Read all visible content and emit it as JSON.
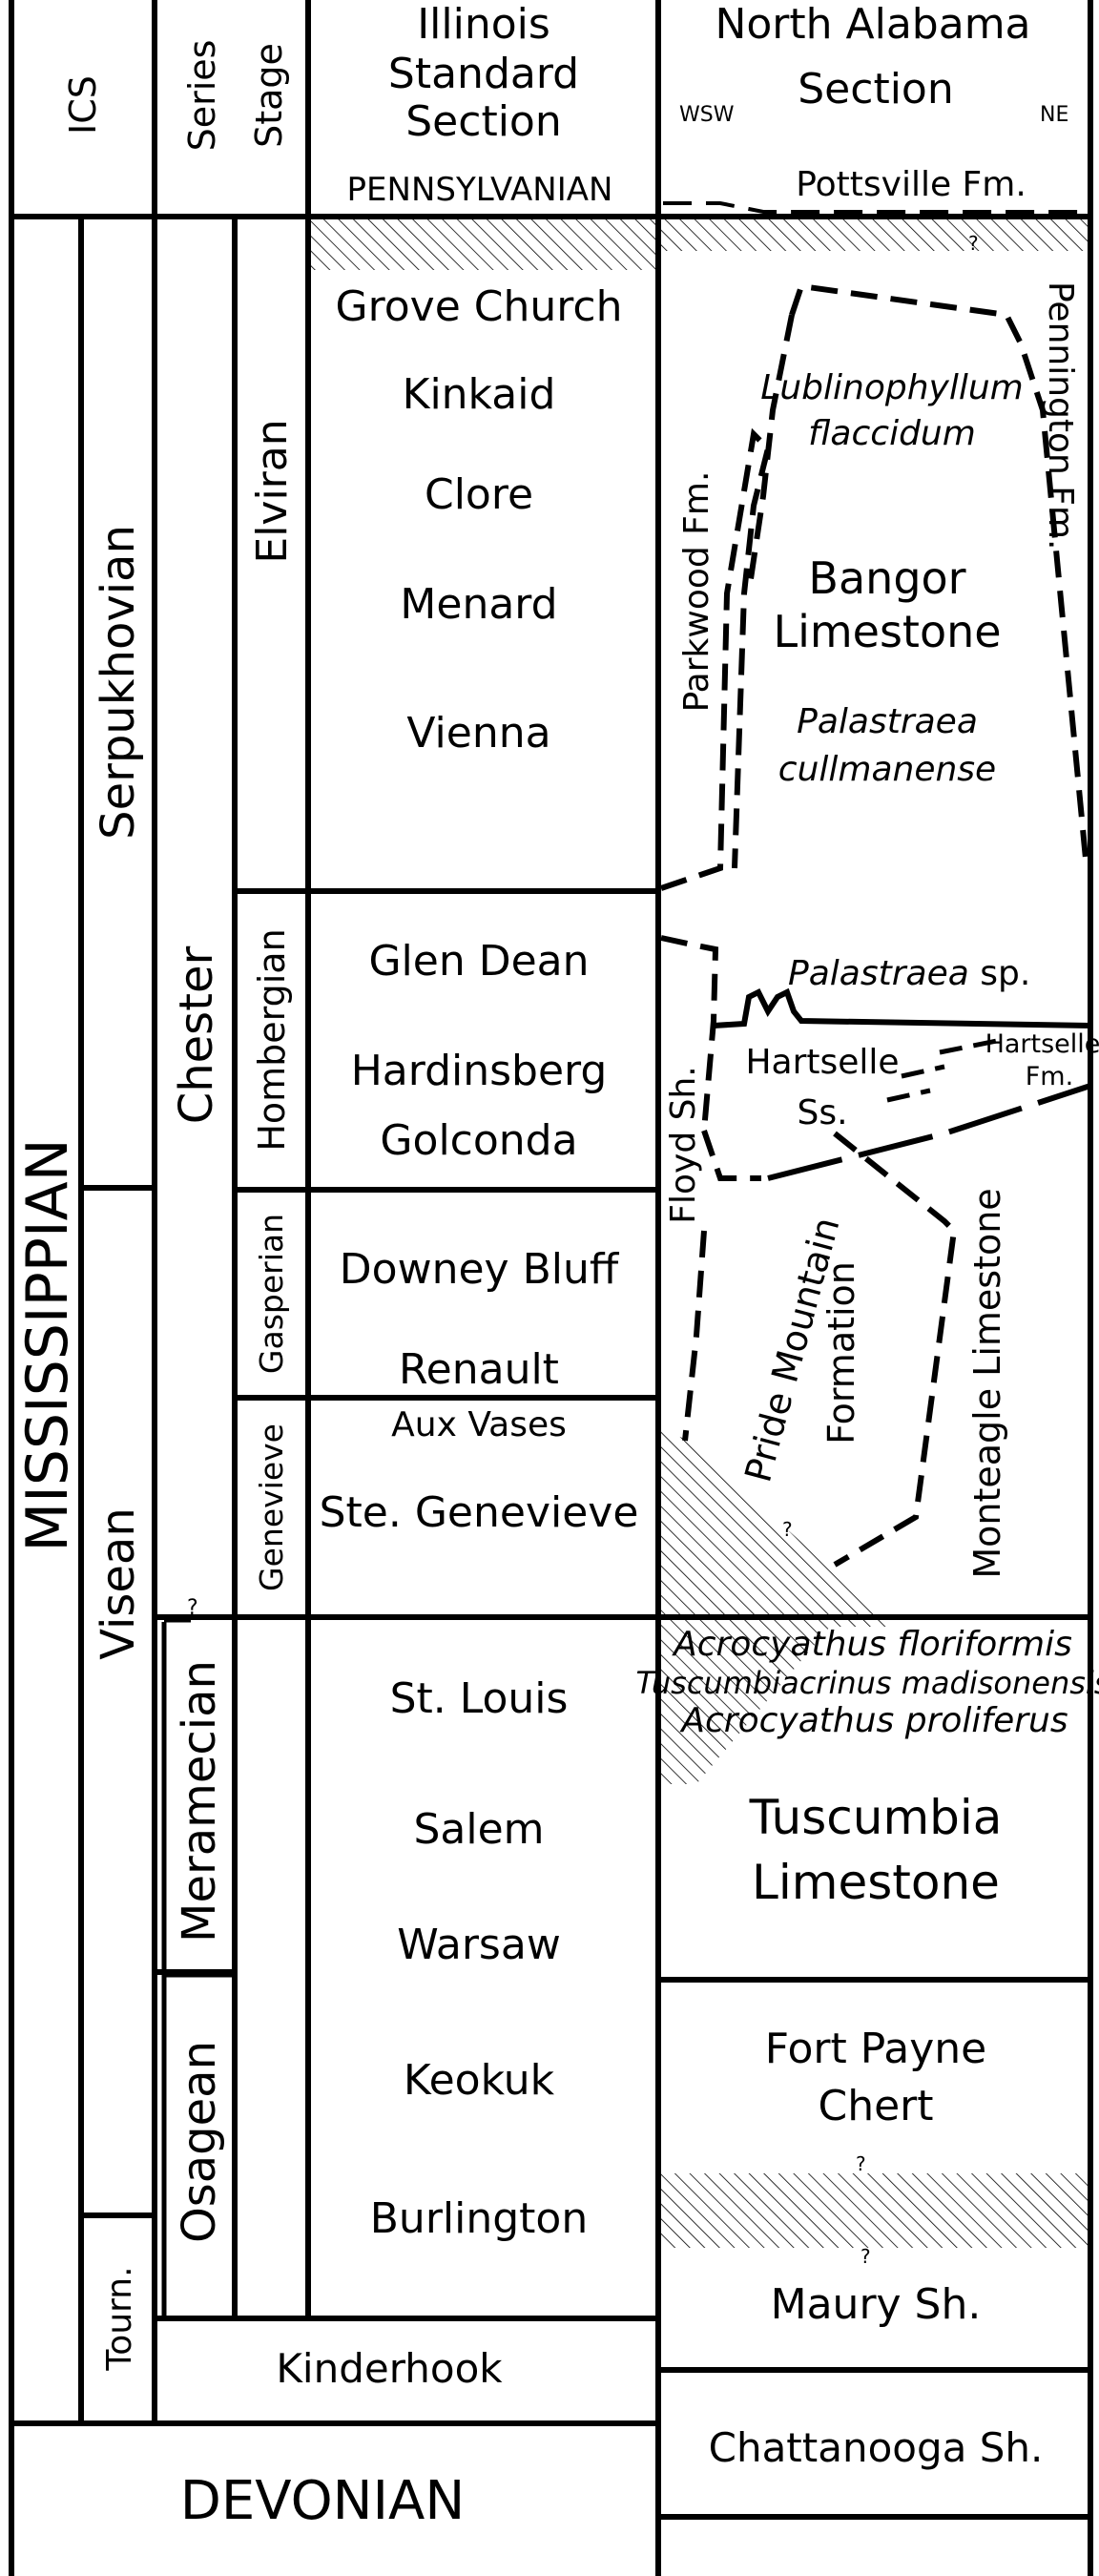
{
  "header": {
    "ics": "ICS",
    "series": "Series",
    "stage": "Stage",
    "illinois_l1": "Illinois",
    "illinois_l2": "Standard",
    "illinois_l3": "Section",
    "alabama_l1": "North Alabama",
    "alabama_l2": "Section",
    "wsw": "WSW",
    "ne": "NE",
    "pennsylvanian": "PENNSYLVANIAN",
    "pottsville": "Pottsville Fm."
  },
  "ics": {
    "mississippian": "MISSISSIPPIAN",
    "serpukhovian": "Serpukhovian",
    "visean": "Visean",
    "tourn": "Tourn.",
    "devonian": "DEVONIAN"
  },
  "series": {
    "chester": "Chester",
    "meramecian": "Meramecian",
    "osagean": "Osagean",
    "kinderhook": "Kinderhook",
    "question": "?"
  },
  "stages": {
    "elviran": "Elviran",
    "hombergian": "Hombergian",
    "gasperian": "Gasperian",
    "genevieve": "Genevieve"
  },
  "illinois": {
    "grove_church": "Grove Church",
    "kinkaid": "Kinkaid",
    "clore": "Clore",
    "menard": "Menard",
    "vienna": "Vienna",
    "glen_dean": "Glen Dean",
    "hardinsberg": "Hardinsberg",
    "golconda": "Golconda",
    "downey_bluff": "Downey Bluff",
    "renault": "Renault",
    "aux_vases": "Aux Vases",
    "ste_genevieve": "Ste. Genevieve",
    "st_louis": "St. Louis",
    "salem": "Salem",
    "warsaw": "Warsaw",
    "keokuk": "Keokuk",
    "burlington": "Burlington"
  },
  "alabama": {
    "pennington": "Pennington Fm.",
    "parkwood": "Parkwood Fm.",
    "lublino_l1": "Lublinophyllum",
    "lublino_l2": "flaccidum",
    "bangor_l1": "Bangor",
    "bangor_l2": "Limestone",
    "palastraea_c_l1": "Palastraea",
    "palastraea_c_l2": "cullmanense",
    "palastraea_sp_genus": "Palastraea",
    "palastraea_sp_suffix": " sp.",
    "hartselle_ss_l1": "Hartselle",
    "hartselle_ss_l2": "Ss.",
    "hartselle_fm_l1": "Hartselle",
    "hartselle_fm_l2": "Fm.",
    "floyd": "Floyd Sh.",
    "pride_l1": "Pride Mountain",
    "pride_l2": "Formation",
    "monteagle": "Monteagle Limestone",
    "acro_flor": "Acrocyathus floriformis",
    "tuscumbiacrinus": "Tuscumbiacrinus madisonensis",
    "acro_prol": "Acrocyathus proliferus",
    "tuscumbia_l1": "Tuscumbia",
    "tuscumbia_l2": "Limestone",
    "fort_payne_l1": "Fort Payne",
    "fort_payne_l2": "Chert",
    "maury": "Maury Sh.",
    "chattanooga": "Chattanooga Sh.",
    "q": "?"
  }
}
